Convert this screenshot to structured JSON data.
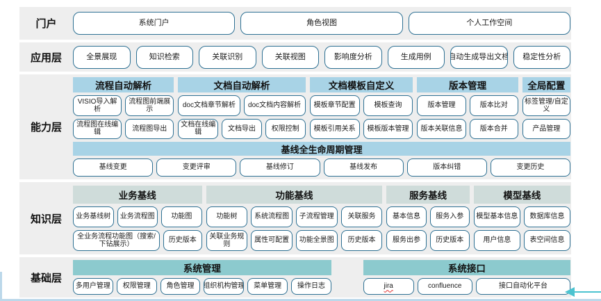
{
  "colors": {
    "band_background": "#eeeeee",
    "box_border": "#2d7093",
    "header_blue": "#a8d3e6",
    "header_pale": "#cfdcda",
    "header_teal": "#8ccace",
    "edge_line": "#bcd8ea",
    "arrow": "#4cc3d0"
  },
  "layers": [
    {
      "name": "portal",
      "label": "门户",
      "sections": [
        {
          "type": "row",
          "size": "lg",
          "items": [
            "系统门户",
            "角色视图",
            "个人工作空间"
          ]
        }
      ]
    },
    {
      "name": "application",
      "label": "应用层",
      "sections": [
        {
          "type": "row",
          "size": "lg",
          "items": [
            "全景展现",
            "知识检索",
            "关联识别",
            "关联视图",
            "影响度分析",
            "生成用例",
            "自动生成导出文档",
            "稳定性分析"
          ]
        }
      ]
    },
    {
      "name": "capability",
      "label": "能力层",
      "header_style": "blue",
      "sections": [
        {
          "type": "groups",
          "groups": [
            {
              "id": "process-auto-parse",
              "header": "流程自动解析",
              "flex": 21,
              "rows": [
                [
                  "VISIO导入解析",
                  "流程图前端展示"
                ],
                [
                  "流程图在线编辑",
                  "流程图导出"
                ]
              ]
            },
            {
              "id": "doc-auto-parse",
              "header": "文档自动解析",
              "flex": 26.5,
              "rows": [
                [
                  "doc文档章节解析",
                  "doc文档内容解析"
                ],
                [
                  "文档在线编辑",
                  "文档导出",
                  "权限控制"
                ]
              ]
            },
            {
              "id": "doc-template-custom",
              "header": "文档模板自定义",
              "flex": 21.5,
              "rows": [
                [
                  "模板章节配置",
                  "模板查询"
                ],
                [
                  "模板引用关系",
                  "模板版本管理"
                ]
              ]
            },
            {
              "id": "version-management",
              "header": "版本管理",
              "flex": 21,
              "rows": [
                [
                  "版本管理",
                  "版本比对"
                ],
                [
                  "版本关联信息",
                  "版本合并"
                ]
              ]
            },
            {
              "id": "global-config",
              "header": "全局配置",
              "flex": 10,
              "rows": [
                [
                  "标签管理/自定义"
                ],
                [
                  "产品管理"
                ]
              ]
            }
          ]
        },
        {
          "type": "header_bar",
          "label": "基线全生命周期管理"
        },
        {
          "type": "row",
          "size": "md",
          "items": [
            "基线变更",
            "变更评审",
            "基线修订",
            "基线发布",
            "版本纠错",
            "变更历史"
          ]
        }
      ]
    },
    {
      "name": "knowledge",
      "label": "知识层",
      "header_style": "pale",
      "sections": [
        {
          "type": "groups",
          "groups": [
            {
              "id": "business-baseline",
              "header": "业务基线",
              "flex": 26.4,
              "rows": [
                [
                  "业务基线树",
                  "业务流程图",
                  "功能图"
                ],
                [
                  {
                    "label": "全业务流程功能图（搜索/下钻展示）",
                    "flex": 2.4
                  },
                  "历史版本"
                ]
              ]
            },
            {
              "id": "function-baseline",
              "header": "功能基线",
              "flex": 36.1,
              "rows": [
                [
                  "功能树",
                  "系统流程图",
                  "子流程管理",
                  "关联服务"
                ],
                [
                  "关联业务规则",
                  "属性可配置",
                  "功能全景图",
                  "历史版本"
                ]
              ]
            },
            {
              "id": "service-baseline",
              "header": "服务基线",
              "flex": 17,
              "rows": [
                [
                  "基本信息",
                  "服务入参"
                ],
                [
                  "服务出参",
                  "历史版本"
                ]
              ]
            },
            {
              "id": "model-baseline",
              "header": "模型基线",
              "flex": 19.8,
              "rows": [
                [
                  "模型基本信息",
                  "数据库信息"
                ],
                [
                  "用户信息",
                  "表空间信息"
                ]
              ]
            }
          ]
        }
      ]
    },
    {
      "name": "foundation",
      "label": "基础层",
      "header_style": "teal",
      "sections": [
        {
          "type": "groups",
          "groups": [
            {
              "id": "system-management",
              "header": "系统管理",
              "flex": 55.5,
              "rows": [
                [
                  "多用户管理",
                  "权限管理",
                  "角色管理",
                  "组织机构管理",
                  "菜单管理",
                  "操作日志"
                ]
              ]
            },
            {
              "id": "system-interface",
              "header": "系统接口",
              "flex": 44.5,
              "gap_before": true,
              "rows": [
                [
                  {
                    "label": "jira",
                    "underline": true
                  },
                  {
                    "label": "confluence",
                    "flex": 1.1
                  },
                  {
                    "label": "接口自动化平台",
                    "flex": 1.95
                  }
                ]
              ]
            }
          ]
        }
      ]
    }
  ]
}
